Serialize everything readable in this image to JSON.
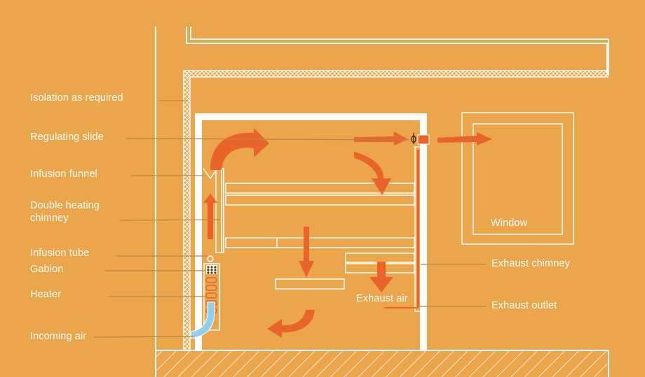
{
  "colors": {
    "background": "#EBA64B",
    "line": "#FFFFFF",
    "arrow": "#E8642A",
    "incoming_air": "#8FD0F0",
    "leader": "#B07A3A"
  },
  "labels": {
    "isolation": "Isolation as required",
    "regulating_slide": "Regulating slide",
    "infusion_funnel": "Infusion funnel",
    "double_heating_chimney_line1": "Double heating",
    "double_heating_chimney_line2": "chimney",
    "infusion_tube": "Infusion tube",
    "gabion": "Gabion",
    "heater": "Heater",
    "incoming_air": "Incoming air",
    "window": "Window",
    "exhaust_chimney": "Exhaust chimney",
    "exhaust_air": "Exhaust air",
    "exhaust_outlet": "Exhaust outlet"
  }
}
